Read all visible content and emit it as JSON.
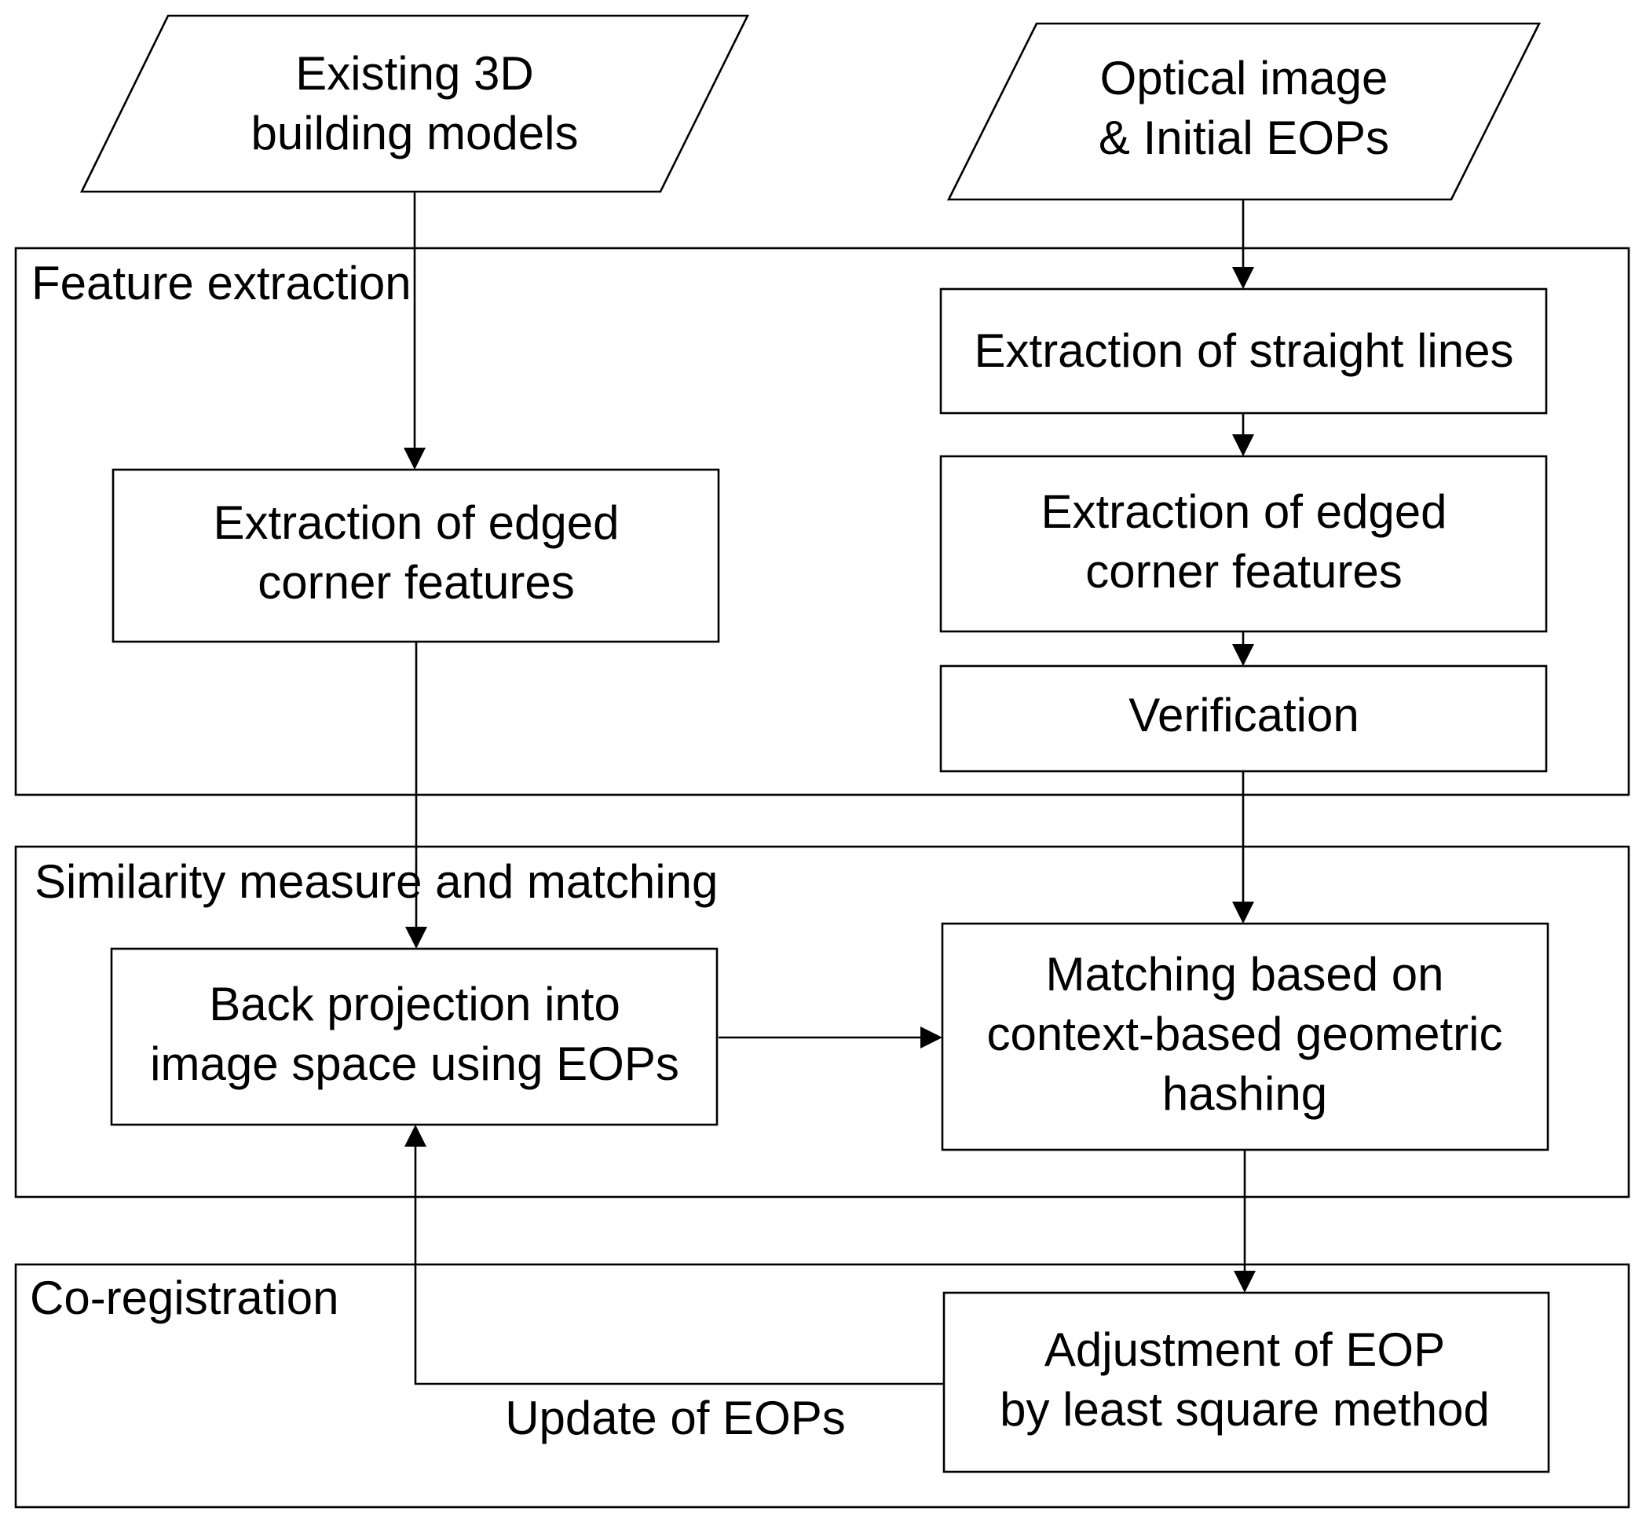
{
  "inputs": {
    "models": {
      "line1": "Existing 3D",
      "line2": "building models"
    },
    "image": {
      "line1": "Optical image",
      "line2": "& Initial EOPs"
    }
  },
  "groups": {
    "feature_extraction": "Feature extraction",
    "similarity": "Similarity measure and matching",
    "coregistration": "Co-registration"
  },
  "steps": {
    "model_corners": {
      "line1": "Extraction of edged",
      "line2": "corner features"
    },
    "straight_lines": {
      "line1": "Extraction of straight lines"
    },
    "image_corners": {
      "line1": "Extraction of edged",
      "line2": "corner features"
    },
    "verification": {
      "line1": "Verification"
    },
    "back_projection": {
      "line1": "Back projection into",
      "line2": "image space using EOPs"
    },
    "matching": {
      "line1": "Matching based on",
      "line2": "context-based geometric",
      "line3": "hashing"
    },
    "adjustment": {
      "line1": "Adjustment of EOP",
      "line2": "by least square method"
    }
  },
  "edge_labels": {
    "update": "Update of EOPs"
  },
  "colors": {
    "stroke": "#000000",
    "fill": "#ffffff"
  }
}
